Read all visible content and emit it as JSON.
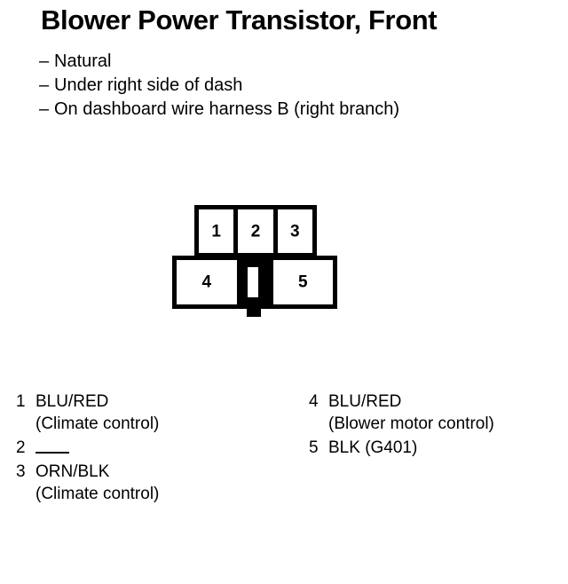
{
  "title": "Blower Power Transistor, Front",
  "notes": [
    "Natural",
    "Under right side of dash",
    "On dashboard wire harness B (right branch)"
  ],
  "bullet_marker": "–",
  "connector": {
    "top_row": [
      {
        "number": "1"
      },
      {
        "number": "2"
      },
      {
        "number": "3"
      }
    ],
    "bottom_row": [
      {
        "number": "4"
      },
      {
        "number": "5"
      }
    ],
    "lock_tab": "center-locking-tab"
  },
  "legend": {
    "left": [
      {
        "number": "1",
        "wire": "BLU/RED",
        "desc": "(Climate control)"
      },
      {
        "number": "2",
        "wire": "",
        "desc": ""
      },
      {
        "number": "3",
        "wire": "ORN/BLK",
        "desc": "(Climate control)"
      }
    ],
    "right": [
      {
        "number": "4",
        "wire": "BLU/RED",
        "desc": "(Blower motor control)"
      },
      {
        "number": "5",
        "wire": "BLK (G401)",
        "desc": ""
      }
    ]
  },
  "colors": {
    "ink": "#000000",
    "background": "#ffffff"
  }
}
